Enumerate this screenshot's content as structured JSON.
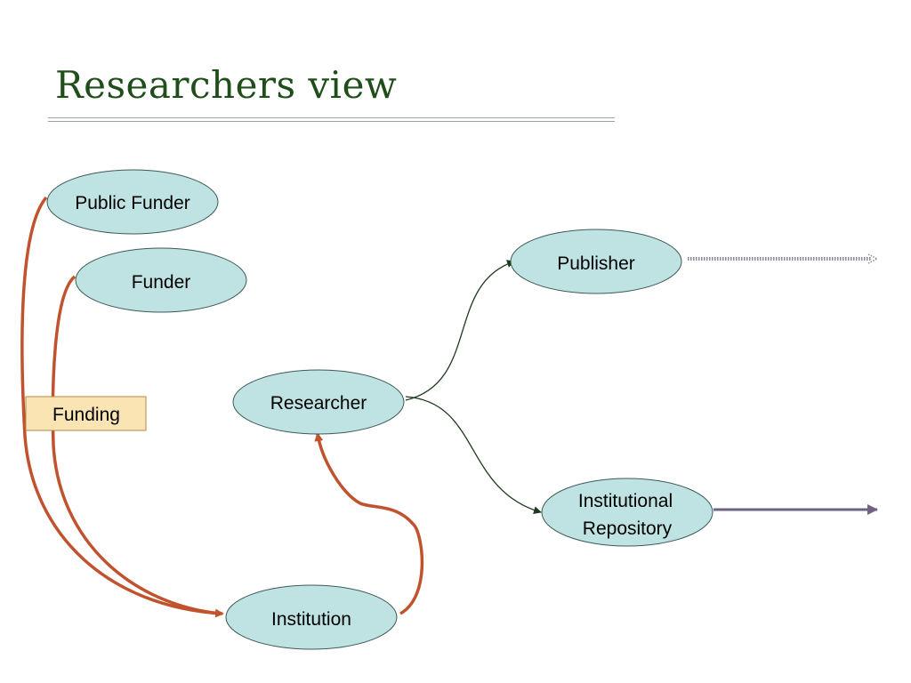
{
  "title": "Researchers view",
  "nodes": {
    "public_funder": "Public Funder",
    "funder": "Funder",
    "researcher": "Researcher",
    "publisher": "Publisher",
    "institutional_repository_line1": "Institutional",
    "institutional_repository_line2": "Repository",
    "institution": "Institution"
  },
  "funding_label": "Funding",
  "colors": {
    "title": "#1f4e1a",
    "node_fill": "#bfe3e3",
    "node_stroke": "#3d5a57",
    "funding_arrow": "#c0532e",
    "flow_arrow": "#1e3a1e",
    "repository_output": "#6e6384",
    "publisher_output": "#8a8a9a",
    "funding_box_fill": "#fbe4b4",
    "funding_box_stroke": "#b08a4a"
  }
}
